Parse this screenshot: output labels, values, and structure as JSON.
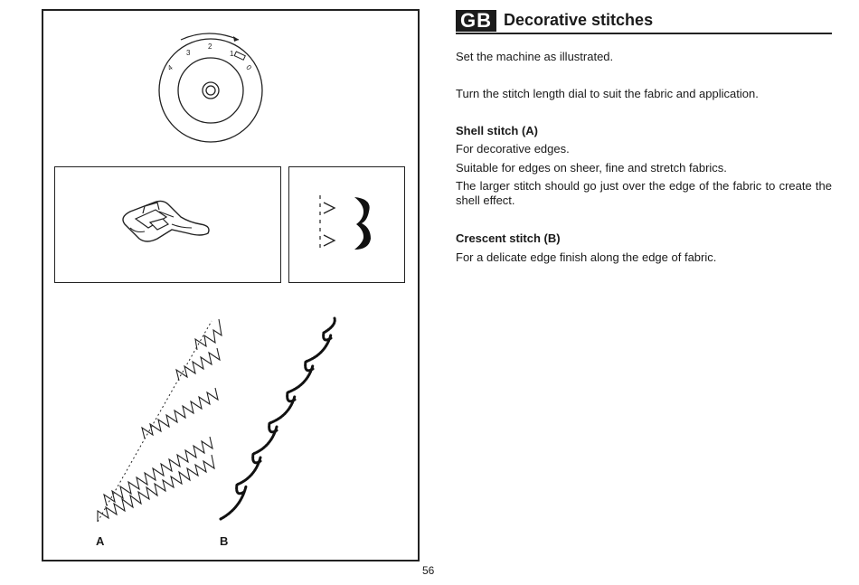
{
  "page": {
    "badge": "GB",
    "title": "Decorative stitches",
    "number": "56"
  },
  "content": {
    "intro1": "Set the machine as illustrated.",
    "intro2": "Turn the stitch length dial to suit the fabric and application.",
    "shell_heading": "Shell stitch (A)",
    "shell_line1": "For decorative edges.",
    "shell_line2": "Suitable for edges on sheer, fine and stretch fabrics.",
    "shell_line3": "The larger stitch should go just over the edge of the fabric to create the shell effect.",
    "crescent_heading": "Crescent stitch (B)",
    "crescent_line1": "For a delicate edge finish along the edge of fabric."
  },
  "illustration": {
    "dial_numbers": [
      "4",
      "3",
      "2",
      "1",
      "0"
    ],
    "label_a": "A",
    "label_b": "B"
  }
}
